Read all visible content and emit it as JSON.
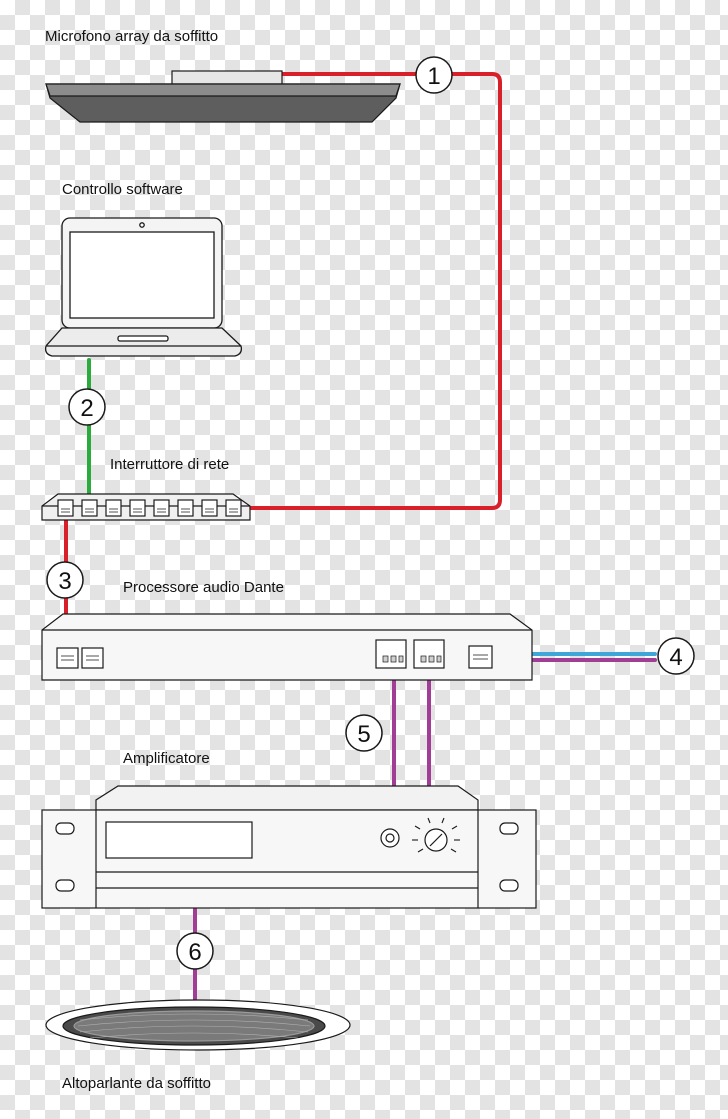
{
  "labels": {
    "ceiling_mic": "Microfono array da soffitto",
    "software": "Controllo software",
    "switch": "Interruttore di rete",
    "dante": "Processore audio Dante",
    "amplifier": "Amplificatore",
    "speaker": "Altoparlante da soffitto"
  },
  "badges": [
    "1",
    "2",
    "3",
    "4",
    "5",
    "6"
  ],
  "colors": {
    "red_cable": "#d8202a",
    "green_cable": "#2bab3b",
    "purple_cable": "#a23d96",
    "blue_cable": "#3fa6d8",
    "outline": "#1a1a1a"
  }
}
